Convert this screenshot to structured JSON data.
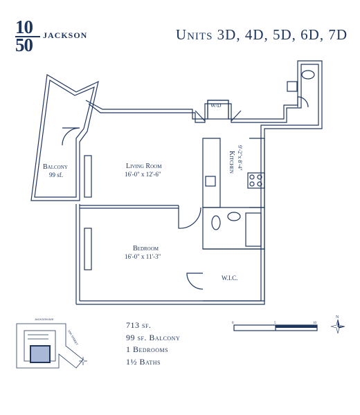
{
  "logo": {
    "num_top": "10",
    "num_bottom": "50",
    "wordmark": "JACKSON"
  },
  "title": "Units 3D, 4D, 5D, 6D, 7D",
  "rooms": {
    "balcony": {
      "name": "Balcony",
      "size": "99 sf."
    },
    "living_room": {
      "name": "Living Room",
      "size": "16'-0\" x 12'-6\""
    },
    "bedroom": {
      "name": "Bedroom",
      "size": "16'-0\" x 11'-3\""
    },
    "kitchen": {
      "name": "Kitchen",
      "size": "9'-2\"x 8'-4\""
    },
    "wd": "W/D",
    "wic": "W.I.C."
  },
  "summary": [
    "713 sf.",
    "99 sf. Balcony",
    "1 Bedrooms",
    "1½ Baths"
  ],
  "keyplan": {
    "street1": "JACKSON AVE",
    "street2": "10th STREET"
  },
  "scale": {
    "labels": [
      "0",
      "5",
      "10"
    ]
  },
  "compass": {
    "label": "N"
  },
  "colors": {
    "ink": "#1e3560",
    "wall_fill": "#ffffff",
    "unit_highlight": "#a9b8d6"
  }
}
